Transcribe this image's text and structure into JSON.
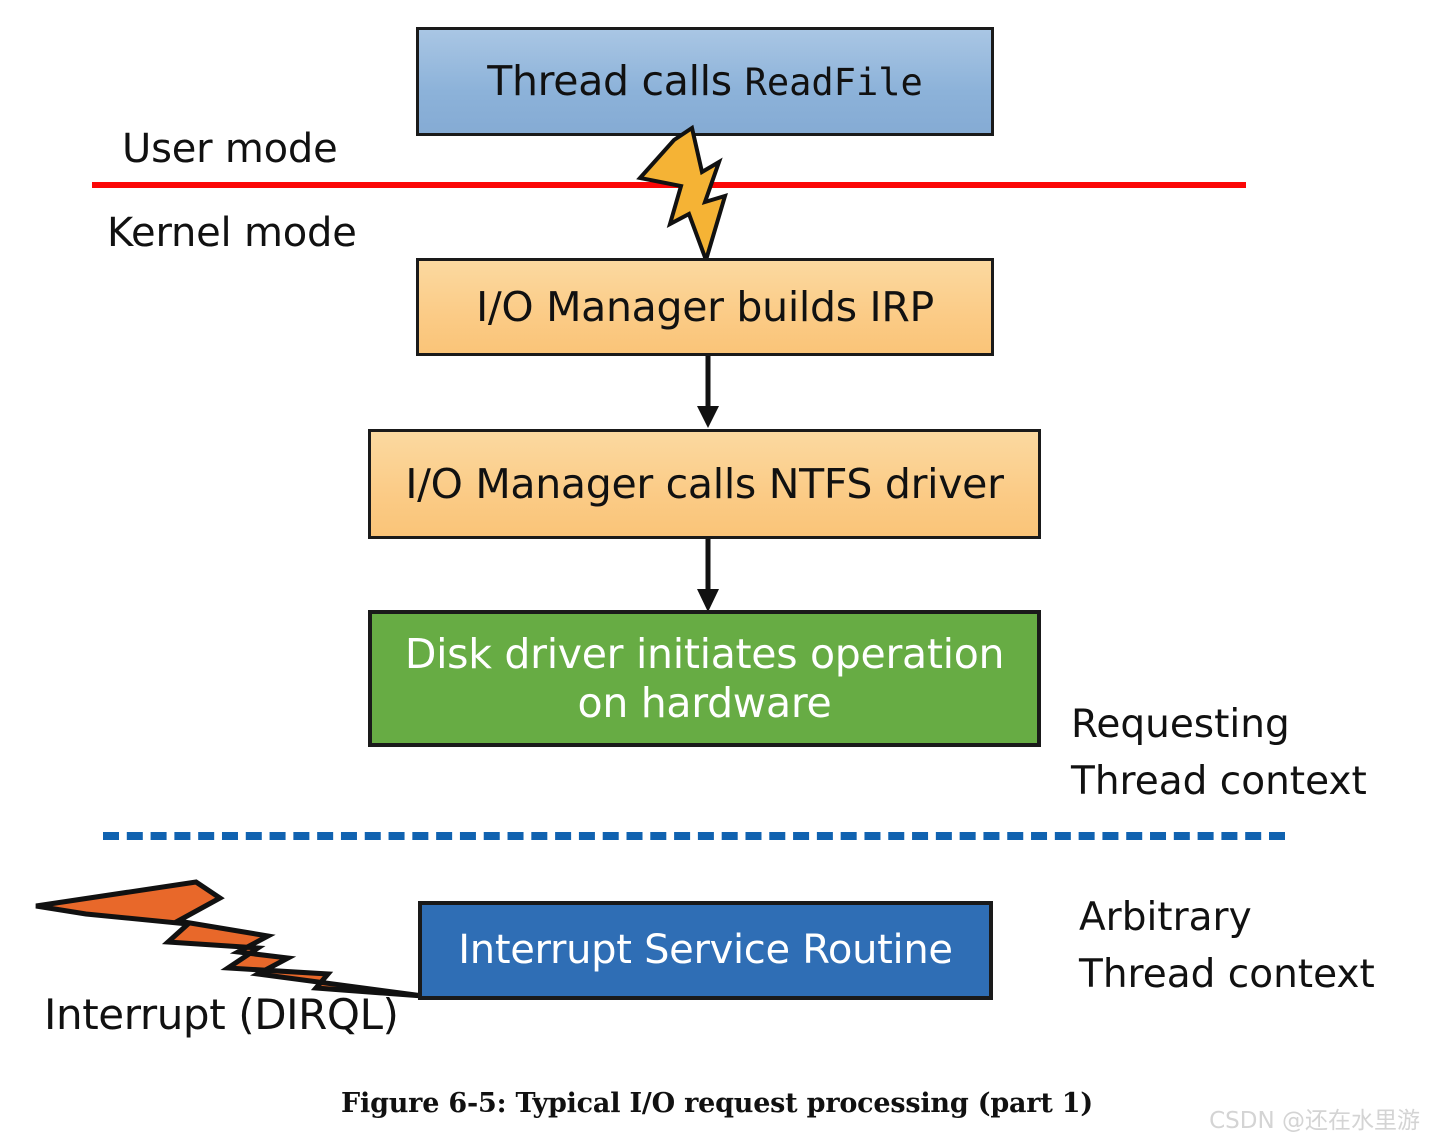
{
  "figure": {
    "caption": "Figure 6-5: Typical I/O request processing (part 1)",
    "watermark": "CSDN @还在水里游"
  },
  "modes": {
    "user_mode_label": "User mode",
    "kernel_mode_label": "Kernel mode",
    "divider_color": "#fb0707"
  },
  "contexts": {
    "requesting_line1": "Requesting",
    "requesting_line2": "Thread context",
    "arbitrary_line1": "Arbitrary",
    "arbitrary_line2": "Thread context",
    "divider_color": "#1062b0"
  },
  "nodes": {
    "thread": {
      "label_prefix": "Thread calls ",
      "label_mono": "ReadFile",
      "fill": "#8cb2d9"
    },
    "irp": {
      "label": "I/O Manager builds IRP",
      "fill": "#fbcb86"
    },
    "ntfs": {
      "label": "I/O Manager calls NTFS driver",
      "fill": "#fbcb86"
    },
    "disk": {
      "label_line1": "Disk driver initiates operation",
      "label_line2": "on hardware",
      "fill": "#67ac44"
    },
    "isr": {
      "label": "Interrupt Service Routine",
      "fill": "#2f6eb5"
    }
  },
  "bolts": {
    "syscall_bolt_color": "#f5b335",
    "interrupt_bolt_color": "#e8682a",
    "interrupt_label": "Interrupt (DIRQL)"
  }
}
